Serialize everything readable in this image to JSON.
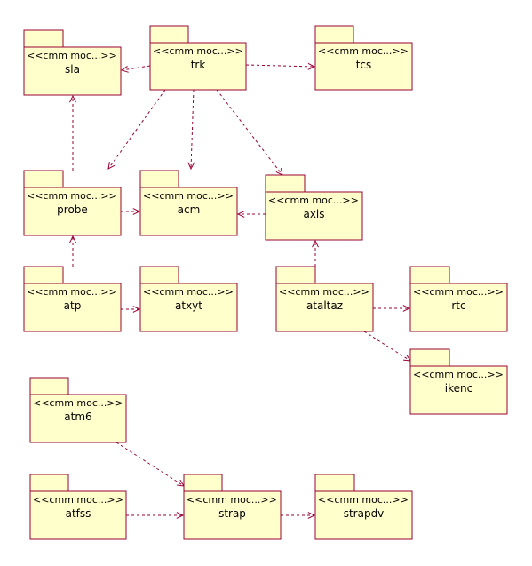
{
  "stereotype": "<<cmm moc...>>",
  "packages": [
    {
      "id": "sla",
      "name": "sla"
    },
    {
      "id": "trk",
      "name": "trk"
    },
    {
      "id": "tcs",
      "name": "tcs"
    },
    {
      "id": "probe",
      "name": "probe"
    },
    {
      "id": "acm",
      "name": "acm"
    },
    {
      "id": "axis",
      "name": "axis"
    },
    {
      "id": "atp",
      "name": "atp"
    },
    {
      "id": "atxyt",
      "name": "atxyt"
    },
    {
      "id": "ataltaz",
      "name": "ataltaz"
    },
    {
      "id": "rtc",
      "name": "rtc"
    },
    {
      "id": "ikenc",
      "name": "ikenc"
    },
    {
      "id": "atm6",
      "name": "atm6"
    },
    {
      "id": "atfss",
      "name": "atfss"
    },
    {
      "id": "strap",
      "name": "strap"
    },
    {
      "id": "strapdv",
      "name": "strapdv"
    }
  ],
  "dependencies": [
    {
      "from": "trk",
      "to": "sla"
    },
    {
      "from": "trk",
      "to": "tcs"
    },
    {
      "from": "trk",
      "to": "probe"
    },
    {
      "from": "trk",
      "to": "acm"
    },
    {
      "from": "trk",
      "to": "axis"
    },
    {
      "from": "probe",
      "to": "sla"
    },
    {
      "from": "probe",
      "to": "acm"
    },
    {
      "from": "axis",
      "to": "acm"
    },
    {
      "from": "atp",
      "to": "probe"
    },
    {
      "from": "atp",
      "to": "atxyt"
    },
    {
      "from": "ataltaz",
      "to": "axis"
    },
    {
      "from": "ataltaz",
      "to": "rtc"
    },
    {
      "from": "ataltaz",
      "to": "ikenc"
    },
    {
      "from": "atm6",
      "to": "strap"
    },
    {
      "from": "atfss",
      "to": "strap"
    },
    {
      "from": "strap",
      "to": "strapdv"
    }
  ]
}
